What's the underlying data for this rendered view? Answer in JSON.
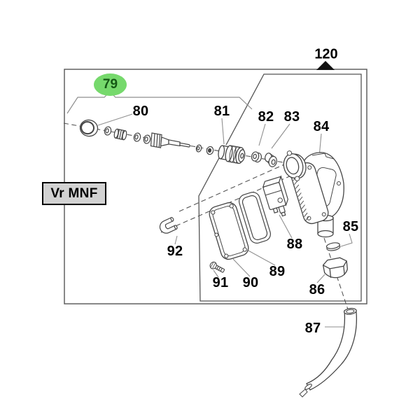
{
  "figure": {
    "type": "exploded-parts-diagram",
    "labels": {
      "assembly": "120",
      "group": "79",
      "variant": "Vr MNF",
      "p80": "80",
      "p81": "81",
      "p82": "82",
      "p83": "83",
      "p84": "84",
      "p85": "85",
      "p86": "86",
      "p87": "87",
      "p88": "88",
      "p89": "89",
      "p90": "90",
      "p91": "91",
      "p92": "92"
    },
    "part_numbers": [
      "79",
      "80",
      "81",
      "82",
      "83",
      "84",
      "85",
      "86",
      "87",
      "88",
      "89",
      "90",
      "91",
      "92",
      "120"
    ],
    "colors": {
      "background": "#ffffff",
      "part_line": "#454545",
      "box_line": "#555555",
      "leader_line": "#8f8f8f",
      "label_text": "#000000",
      "group_oval_fill": "#76d96c",
      "group_oval_text": "#155815",
      "variant_badge_bg": "#d2d2d2",
      "variant_badge_border": "#000000",
      "marker_triangle": "#111111"
    }
  }
}
